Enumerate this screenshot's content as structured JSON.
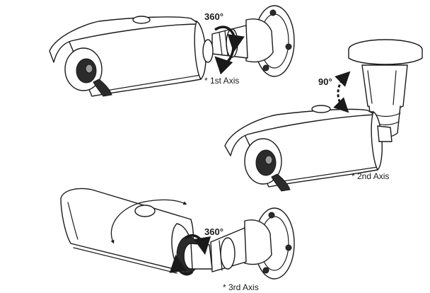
{
  "labels": {
    "rot_top": "360°",
    "axis1": "* 1st Axis",
    "rot_tilt": "90°",
    "axis2": "* 2nd Axis",
    "rot_bottom": "360°",
    "axis3": "* 3rd Axis"
  },
  "colors": {
    "line": "#1a1a1a",
    "background": "#ffffff",
    "lens": "#2b2b2b"
  }
}
